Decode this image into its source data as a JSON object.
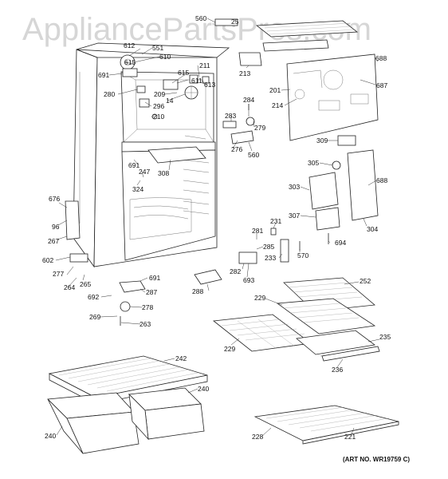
{
  "watermark": "AppliancePartsPros.com",
  "art_number": "(ART NO. WR19759 C)",
  "part_numbers": [
    "560",
    "25",
    "612",
    "551",
    "615",
    "610",
    "691",
    "211",
    "615",
    "611",
    "613",
    "209",
    "14",
    "296",
    "210",
    "280",
    "213",
    "201",
    "688",
    "687",
    "214",
    "284",
    "283",
    "279",
    "276",
    "560",
    "309",
    "305",
    "688",
    "303",
    "307",
    "304",
    "231",
    "281",
    "285",
    "570",
    "233",
    "694",
    "691",
    "247",
    "324",
    "308",
    "676",
    "96",
    "267",
    "602",
    "277",
    "264",
    "265",
    "691",
    "287",
    "692",
    "278",
    "269",
    "263",
    "288",
    "282",
    "693",
    "252",
    "229",
    "229",
    "235",
    "236",
    "242",
    "240",
    "240",
    "228",
    "221"
  ]
}
